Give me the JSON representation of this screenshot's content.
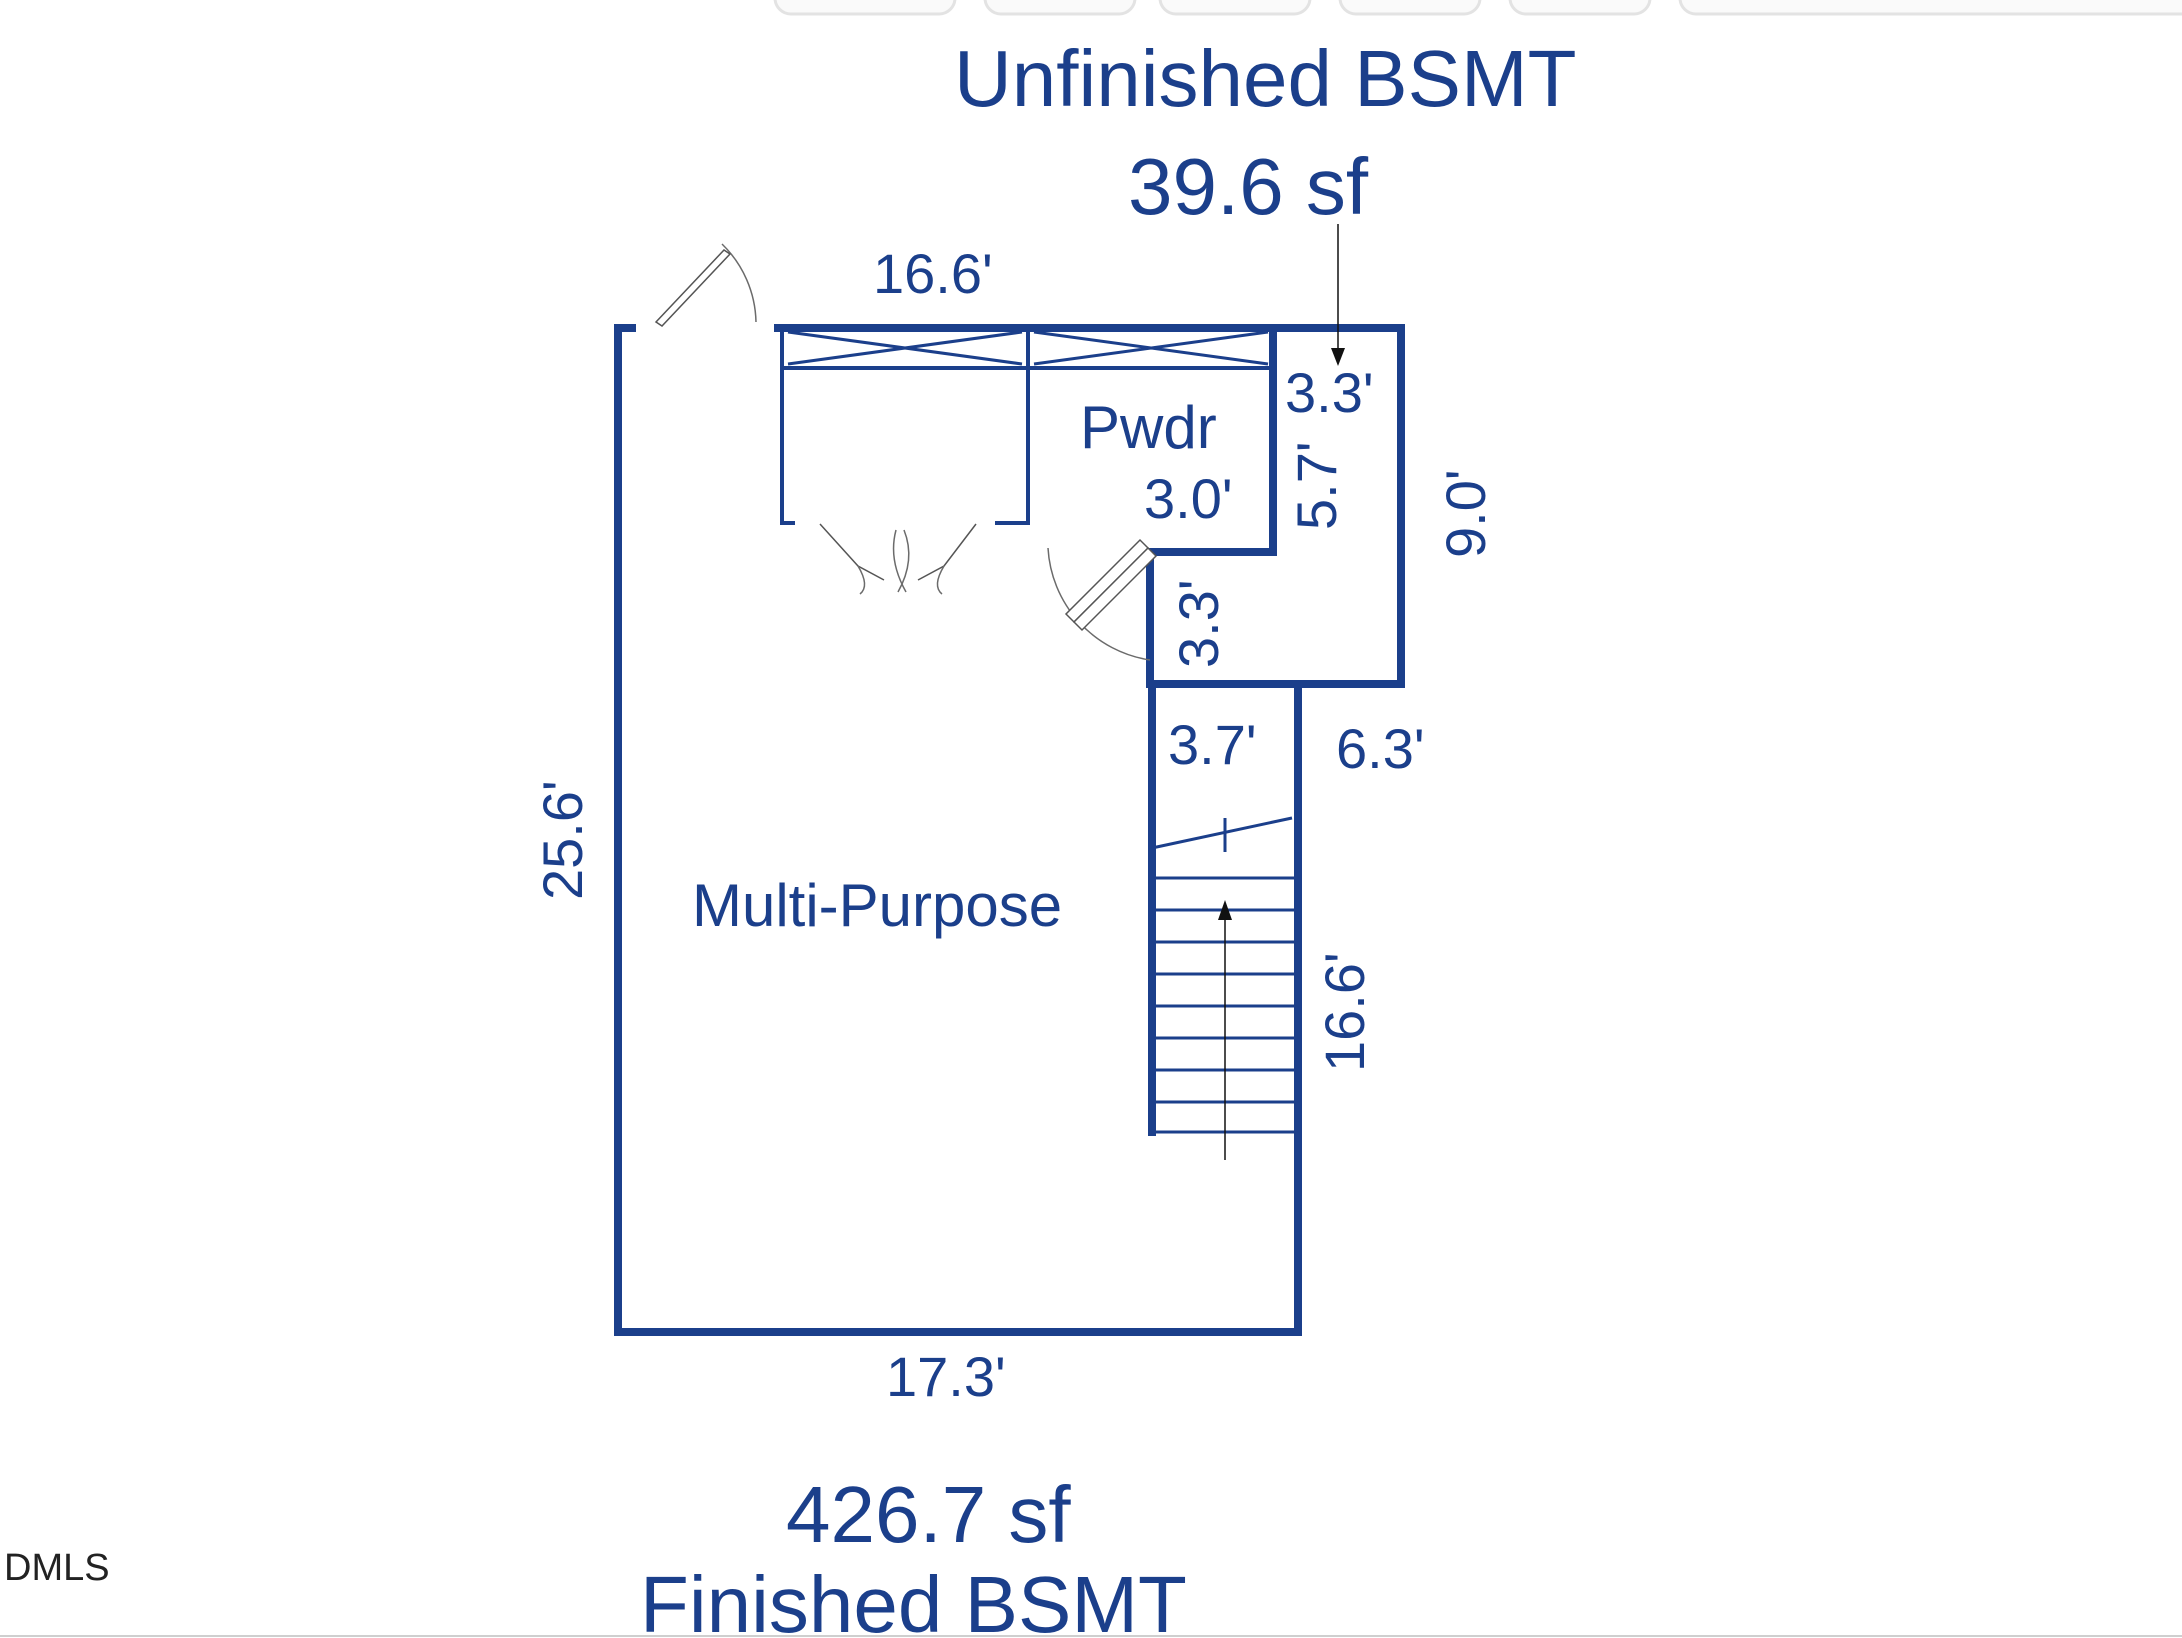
{
  "labels": {
    "unfinished_title": "Unfinished BSMT",
    "unfinished_area": "39.6 sf",
    "finished_area": "426.7 sf",
    "finished_title": "Finished BSMT",
    "watermark": "DMLS"
  },
  "rooms": {
    "multi_purpose": "Multi-Purpose",
    "powder": "Pwdr"
  },
  "dimensions": {
    "top_width": "16.6'",
    "unfinished_width": "3.3'",
    "powder_depth": "3.0'",
    "unfinished_depth": "5.7'",
    "right_height": "9.0'",
    "closet_height": "3.3'",
    "stair_width": "3.7'",
    "stair_offset": "6.3'",
    "left_height": "25.6'",
    "stair_length": "16.6'",
    "bottom_width": "17.3'"
  },
  "colors": {
    "wall": "#1b3f8b",
    "text": "#1b3f8b"
  }
}
